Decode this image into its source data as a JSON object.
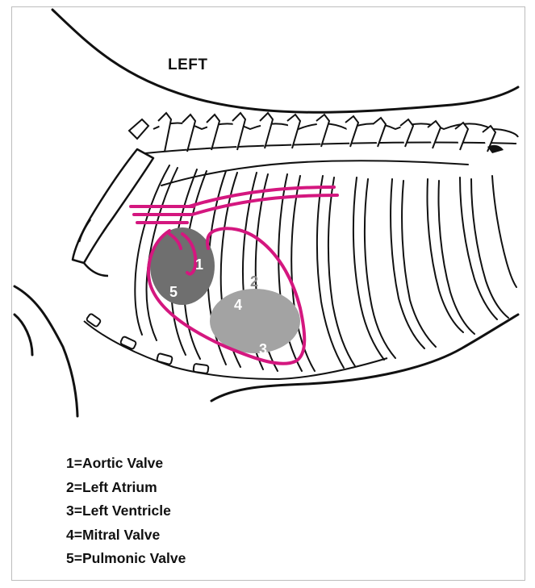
{
  "diagram": {
    "side_label": "LEFT",
    "region_numbers": {
      "aortic": "1",
      "left_atrium": "2",
      "left_ventricle": "3",
      "mitral": "4",
      "pulmonic": "5"
    },
    "colors": {
      "vessel_outline": "#d4177f",
      "dark_region": "#6f6f6f",
      "light_region": "#a3a3a3",
      "line_art": "#111111"
    }
  },
  "legend": {
    "items": [
      {
        "label": "1=Aortic Valve"
      },
      {
        "label": "2=Left Atrium"
      },
      {
        "label": "3=Left Ventricle"
      },
      {
        "label": "4=Mitral Valve"
      },
      {
        "label": "5=Pulmonic Valve"
      }
    ]
  }
}
